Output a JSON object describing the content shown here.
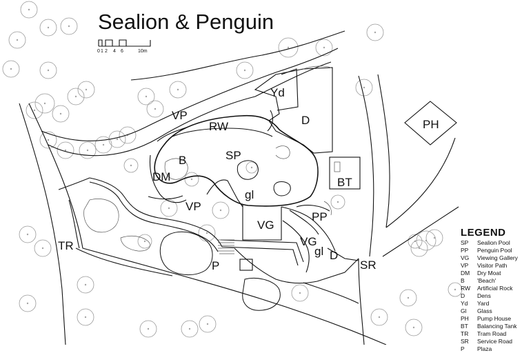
{
  "title": "Sealion & Penguin",
  "scale": {
    "ticks": [
      "0",
      "1",
      "2",
      "4",
      "6",
      "10m"
    ]
  },
  "labels": {
    "VP1": "VP",
    "RW": "RW",
    "Yd": "Yd",
    "D1": "D",
    "PH": "PH",
    "B": "B",
    "SP": "SP",
    "DM": "DM",
    "BT": "BT",
    "gl1": "gl",
    "VP2": "VP",
    "PP": "PP",
    "VG1": "VG",
    "VG2": "VG",
    "gl2": "gl",
    "D2": "D",
    "TR": "TR",
    "P": "P",
    "SR": "SR"
  },
  "legend": {
    "title": "LEGEND",
    "items": [
      {
        "code": "SP",
        "desc": "Sealion Pool"
      },
      {
        "code": "PP",
        "desc": "Penguin Pool"
      },
      {
        "code": "VG",
        "desc": "Viewing Gallery"
      },
      {
        "code": "VP",
        "desc": "Visitor Path"
      },
      {
        "code": "DM",
        "desc": "Dry Moat"
      },
      {
        "code": "B",
        "desc": "'Beach'"
      },
      {
        "code": "RW",
        "desc": "Artificial Rock"
      },
      {
        "code": "D",
        "desc": "Dens"
      },
      {
        "code": "Yd",
        "desc": "Yard"
      },
      {
        "code": "Gl",
        "desc": "Glass"
      },
      {
        "code": "PH",
        "desc": "Pump House"
      },
      {
        "code": "BT",
        "desc": "Balancing Tank"
      },
      {
        "code": "TR",
        "desc": "Tram Road"
      },
      {
        "code": "SR",
        "desc": "Service Road"
      },
      {
        "code": "P",
        "desc": "Plaza"
      }
    ]
  }
}
